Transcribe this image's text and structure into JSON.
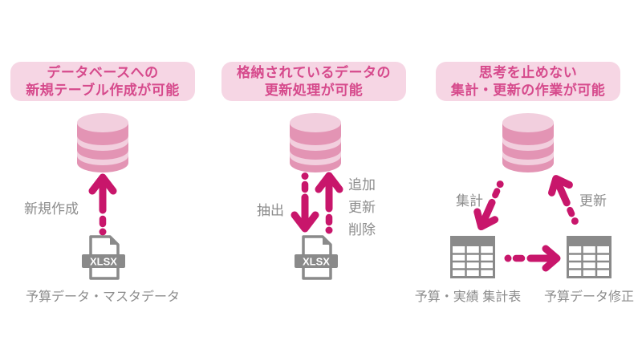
{
  "colors": {
    "accent_magenta": "#c8166b",
    "header_text_pink": "#d64a8c",
    "header_box_bg": "#f6d6e4",
    "cylinder_body": "#e394b4",
    "cylinder_light": "#f2cfde",
    "gray_text": "#8c8c8c",
    "icon_gray": "#8a8a8a"
  },
  "icons": {
    "database": "database-cylinder-icon",
    "file": "xlsx-file-icon",
    "table": "spreadsheet-table-icon",
    "arrow_solid_dotted": "magenta-dotted-arrow"
  },
  "columns": [
    {
      "header_line1": "データベースへの",
      "header_line2": "新規テーブル作成が可能",
      "arrow_label": "新規作成",
      "file_badge": "XLSX",
      "caption": "予算データ・マスタデータ"
    },
    {
      "header_line1": "格納されているデータの",
      "header_line2": "更新処理が可能",
      "extract_label": "抽出",
      "update_labels": [
        "追加",
        "更新",
        "削除"
      ],
      "file_badge": "XLSX"
    },
    {
      "header_line1": "思考を止めない",
      "header_line2": "集計・更新の作業が可能",
      "aggregate_label": "集計",
      "update_label": "更新",
      "table_left_caption": "予算・実績 集計表",
      "table_right_caption": "予算データ修正"
    }
  ]
}
